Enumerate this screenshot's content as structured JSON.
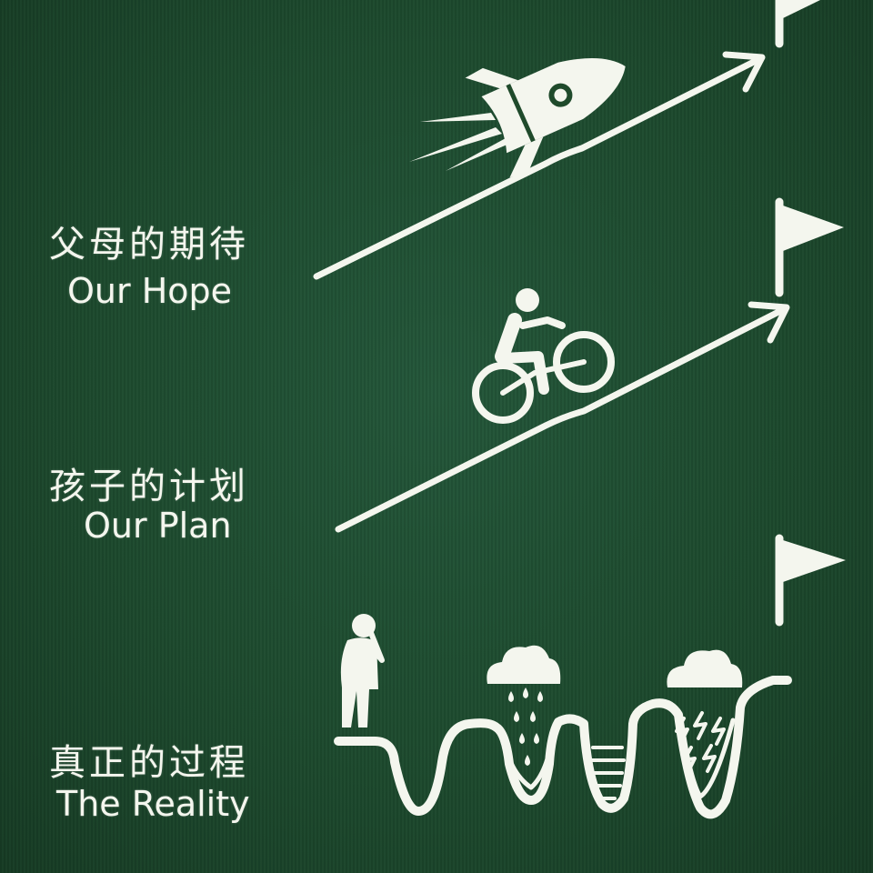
{
  "sections": [
    {
      "zh": "父母的期待",
      "en": "Our Hope"
    },
    {
      "zh": "孩子的计划",
      "en": "Our Plan"
    },
    {
      "zh": "真正的过程",
      "en": "The Reality"
    }
  ],
  "colors": {
    "board": "#1f4a2b",
    "chalk": "#f4f6ee"
  },
  "icons": [
    "rocket-icon",
    "cyclist-icon",
    "thinking-person-icon",
    "rain-cloud-icon",
    "storm-cloud-icon",
    "goal-flag-icon"
  ]
}
